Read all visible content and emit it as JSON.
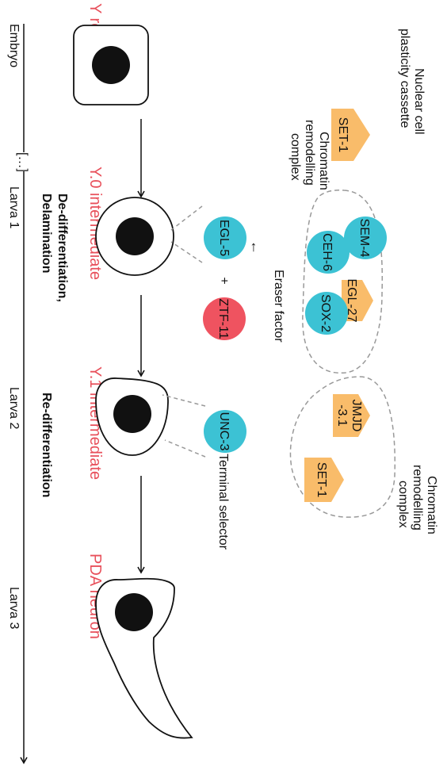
{
  "colors": {
    "cell_label": "#e8505b",
    "factor_teal": "#3cc2d4",
    "factor_red": "#ef5360",
    "remodeller_orange": "#f9bc6a",
    "nucleus": "#111111",
    "dashed_outline": "#999999"
  },
  "header": {
    "nuclear_cassette_line1": "Nuclear cell",
    "nuclear_cassette_line2": "plasticity cassette",
    "chromatin_top_line1": "Chromatin",
    "chromatin_top_line2": "remodelling",
    "chromatin_top_line3": "complex",
    "chromatin_right_line1": "Chromatin",
    "chromatin_right_line2": "remodelling",
    "chromatin_right_line3": "complex"
  },
  "factors": {
    "set1_top": "SET-1",
    "sem4": "SEM-4",
    "egl27": "EGL-27",
    "ceh6": "CEH-6",
    "sox2": "SOX-2",
    "egl5": "EGL-5",
    "plus": "+",
    "ztf11": "ZTF-11",
    "jmjd_line1": "JMJD",
    "jmjd_line2": "-3.1",
    "set1_right": "SET-1",
    "unc3": "UNC-3"
  },
  "roles": {
    "arrow_symbol": "←",
    "eraser": "Eraser factor",
    "terminal_selector": "Terminal selector"
  },
  "stages": {
    "y_rectal": "Y rectal cell",
    "y0": "Y.0 intermediate",
    "y1": "Y.1 intermediate",
    "pda": "PDA neuron"
  },
  "processes": {
    "dediff_line1": "De-differentiation,",
    "dediff_line2": "Delamination",
    "rediff": "Re-differentiation"
  },
  "timeline": {
    "embryo": "Embryo",
    "ellipsis": "[…]",
    "larva1": "Larva 1",
    "larva2": "Larva 2",
    "larva3": "Larva 3"
  }
}
